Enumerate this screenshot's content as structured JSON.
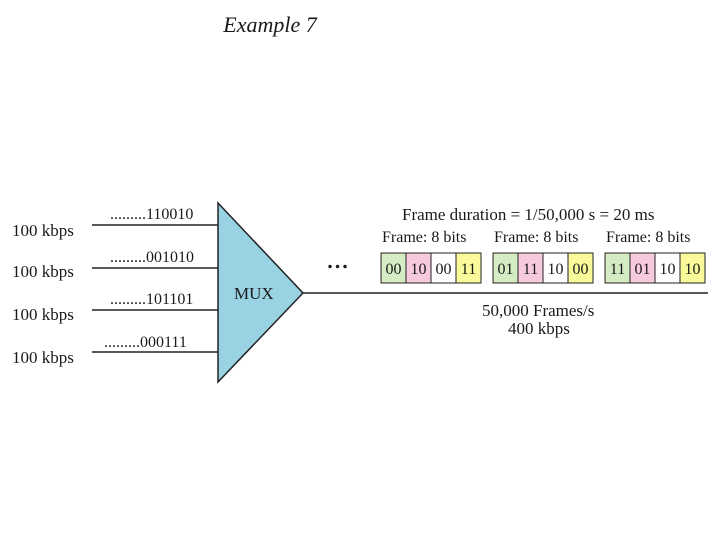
{
  "title": "Example 7",
  "inputs": [
    {
      "rate": "100 kbps",
      "stream": ".........110010"
    },
    {
      "rate": "100 kbps",
      "stream": ".........001010"
    },
    {
      "rate": "100 kbps",
      "stream": ".........101101"
    },
    {
      "rate": "100 kbps",
      "stream": ".........000111"
    }
  ],
  "mux_label": "MUX",
  "ellipsis": "...",
  "frame_duration": "Frame duration = 1/50,000 s = 20 ms",
  "frames": [
    {
      "label": "Frame: 8 bits",
      "slots": [
        "00",
        "10",
        "00",
        "11"
      ]
    },
    {
      "label": "Frame: 8 bits",
      "slots": [
        "01",
        "11",
        "10",
        "00"
      ]
    },
    {
      "label": "Frame: 8 bits",
      "slots": [
        "11",
        "01",
        "10",
        "10"
      ]
    }
  ],
  "slot_colors": [
    "#d4ecc4",
    "#f7c9de",
    "#ffffff",
    "#fafa9a"
  ],
  "mux_color": "#99d3e3",
  "output_rate_frames": "50,000 Frames/s",
  "output_rate_bits": "400 kbps"
}
